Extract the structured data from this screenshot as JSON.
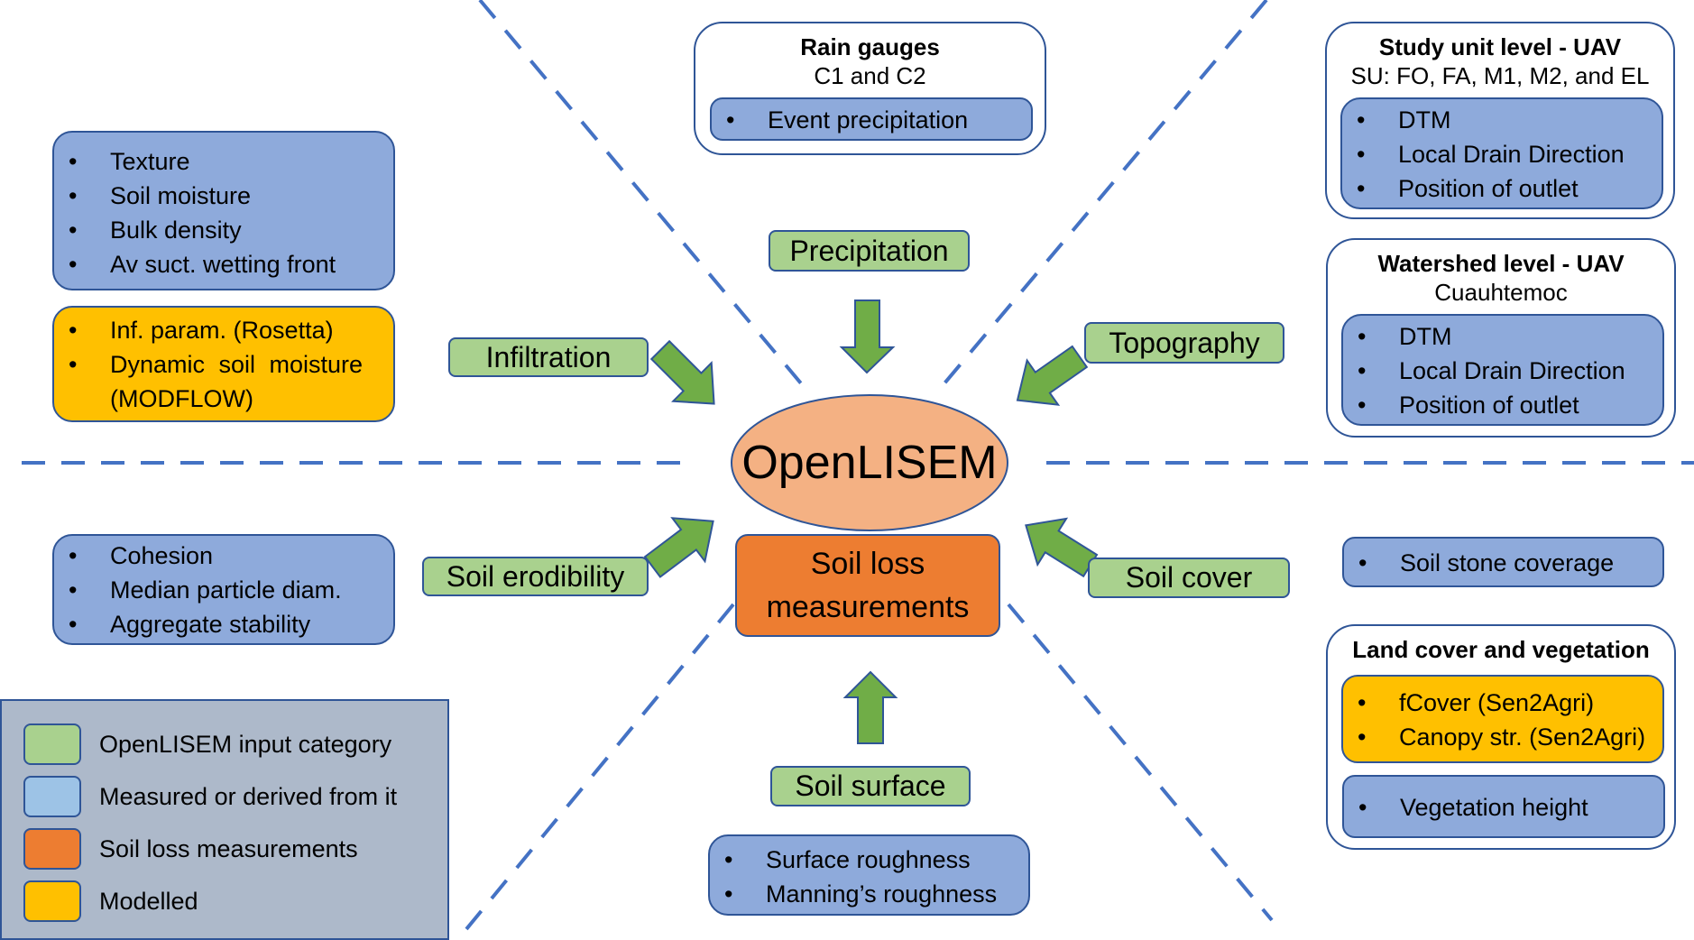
{
  "colors": {
    "input_category": "#a9d18e",
    "measured": "#8eaadb",
    "measured_legend": "#9dc3e6",
    "soil_loss": "#ed7d31",
    "modelled": "#ffc000",
    "model_ellipse": "#f4b183",
    "border": "#2f5597",
    "arrow": "#70ad47",
    "dashed_line": "#4472c4",
    "legend_bg": "#adb9ca"
  },
  "center": {
    "model": "OpenLISEM",
    "soil_loss": "Soil loss measurements"
  },
  "categories": {
    "precipitation": "Precipitation",
    "infiltration": "Infiltration",
    "topography": "Topography",
    "soil_erodibility": "Soil erodibility",
    "soil_cover": "Soil cover",
    "soil_surface": "Soil surface"
  },
  "rain_gauges": {
    "title": "Rain gauges",
    "subtitle": "C1 and C2",
    "items": [
      "Event precipitation"
    ]
  },
  "infiltration_measured": {
    "items": [
      "Texture",
      "Soil moisture",
      "Bulk density",
      "Av suct. wetting front"
    ]
  },
  "infiltration_modelled": {
    "items": [
      "Inf. param. (Rosetta)",
      "Dynamic soil moisture (MODFLOW)"
    ]
  },
  "erodibility_measured": {
    "items": [
      "Cohesion",
      "Median particle diam.",
      "Aggregate stability"
    ]
  },
  "surface_measured": {
    "items": [
      "Surface roughness",
      "Manning’s roughness"
    ]
  },
  "study_unit": {
    "title": "Study unit level - UAV",
    "subtitle": "SU: FO, FA, M1, M2, and EL",
    "items": [
      "DTM",
      "Local Drain Direction",
      "Position of outlet"
    ]
  },
  "watershed": {
    "title": "Watershed level - UAV",
    "subtitle": "Cuauhtemoc",
    "items": [
      "DTM",
      "Local Drain Direction",
      "Position of outlet"
    ]
  },
  "soil_cover_measured": {
    "items": [
      "Soil stone coverage"
    ]
  },
  "land_cover": {
    "title": "Land cover and vegetation",
    "modelled_items": [
      "fCover (Sen2Agri)",
      "Canopy str. (Sen2Agri)"
    ],
    "measured_items": [
      "Vegetation height"
    ]
  },
  "legend": {
    "items": [
      {
        "label": "OpenLISEM input category",
        "color": "#a9d18e"
      },
      {
        "label": "Measured or derived from it",
        "color": "#9dc3e6"
      },
      {
        "label": "Soil loss measurements",
        "color": "#ed7d31"
      },
      {
        "label": "Modelled",
        "color": "#ffc000"
      }
    ]
  }
}
